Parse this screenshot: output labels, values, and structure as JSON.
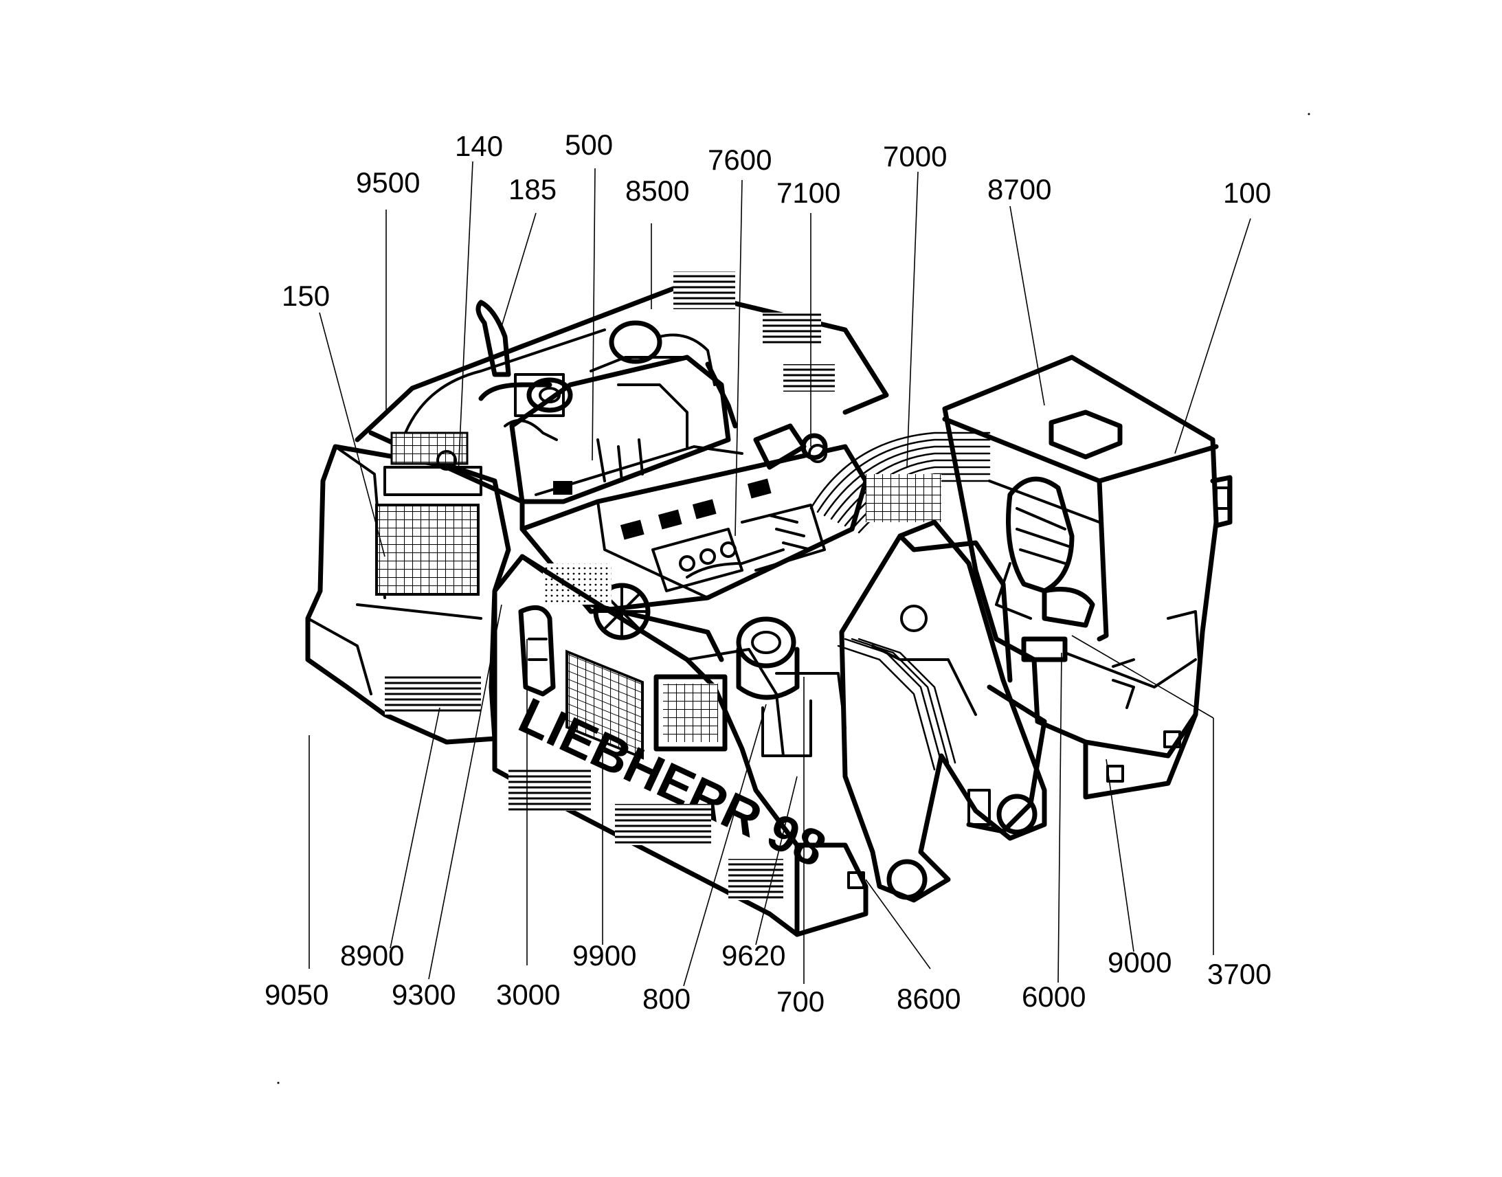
{
  "drawing": {
    "subject": "",
    "brand_text": "LIEBHERR 98"
  },
  "callouts": [
    {
      "id": "c150",
      "label": "150"
    },
    {
      "id": "c9500",
      "label": "9500"
    },
    {
      "id": "c140",
      "label": "140"
    },
    {
      "id": "c185",
      "label": "185"
    },
    {
      "id": "c500",
      "label": "500"
    },
    {
      "id": "c8500",
      "label": "8500"
    },
    {
      "id": "c7600",
      "label": "7600"
    },
    {
      "id": "c7100",
      "label": "7100"
    },
    {
      "id": "c7000",
      "label": "7000"
    },
    {
      "id": "c8700",
      "label": "8700"
    },
    {
      "id": "c100",
      "label": "100"
    },
    {
      "id": "c9050",
      "label": "9050"
    },
    {
      "id": "c8900",
      "label": "8900"
    },
    {
      "id": "c9300",
      "label": "9300"
    },
    {
      "id": "c3000",
      "label": "3000"
    },
    {
      "id": "c9900",
      "label": "9900"
    },
    {
      "id": "c800",
      "label": "800"
    },
    {
      "id": "c9620",
      "label": "9620"
    },
    {
      "id": "c700",
      "label": "700"
    },
    {
      "id": "c8600",
      "label": "8600"
    },
    {
      "id": "c6000",
      "label": "6000"
    },
    {
      "id": "c9000",
      "label": "9000"
    },
    {
      "id": "c3700",
      "label": "3700"
    }
  ],
  "icons": {
    "machine": "excavator-upper-structure-illustration"
  }
}
